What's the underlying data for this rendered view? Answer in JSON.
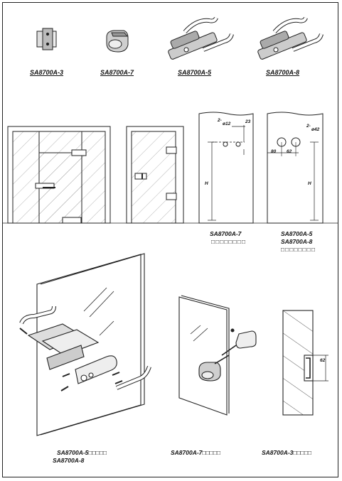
{
  "models": {
    "m1": "SA8700A-3",
    "m2": "SA8700A-7",
    "m3": "SA8700A-5",
    "m4": "SA8700A-8"
  },
  "section2": {
    "left_caption": "SA8700A-7",
    "left_caption_sub": "□□□□□□□□",
    "right_caption_1": "SA8700A-5",
    "right_caption_2": "SA8700A-8",
    "right_caption_sub": "□□□□□□□□",
    "dims": {
      "holes_left": "2-",
      "dia_left": "ø12",
      "offset_left": "23",
      "height_left": "H",
      "holes_right": "2-",
      "dia_right": "ø42",
      "d1": "80",
      "d2": "62",
      "height_right": "H"
    }
  },
  "section3": {
    "cap_left_1": "SA8700A-5□□□□□",
    "cap_left_2": "SA8700A-8",
    "cap_mid": "SA8700A-7□□□□□",
    "cap_right": "SA8700A-3□□□□□",
    "dim_right": "62"
  }
}
